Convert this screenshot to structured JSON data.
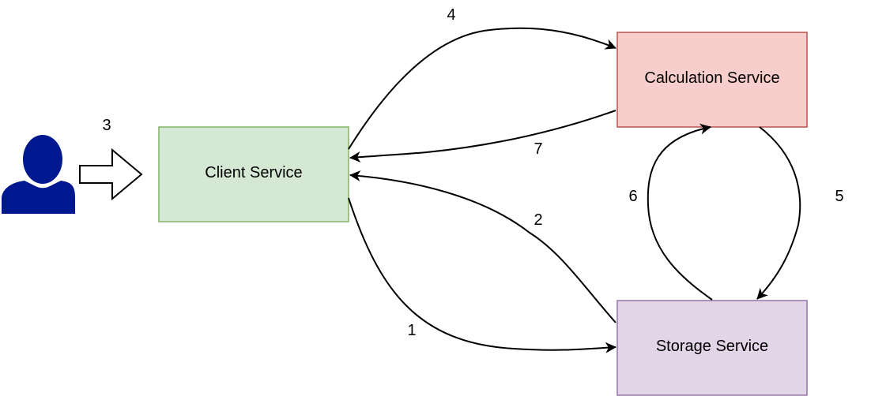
{
  "nodes": {
    "client": {
      "label": "Client Service",
      "fill": "#d5e8d4",
      "stroke": "#82b366"
    },
    "calculation": {
      "label": "Calculation Service",
      "fill": "#f8cecc",
      "stroke": "#b85450"
    },
    "storage": {
      "label": "Storage Service",
      "fill": "#e1d5e7",
      "stroke": "#9673a6"
    }
  },
  "user": {
    "icon": "user-icon",
    "color": "#00188f"
  },
  "edges": [
    {
      "id": "e1",
      "from": "client",
      "to": "storage",
      "label": "1"
    },
    {
      "id": "e2",
      "from": "storage",
      "to": "client",
      "label": "2"
    },
    {
      "id": "e3",
      "from": "user",
      "to": "client",
      "label": "3"
    },
    {
      "id": "e4",
      "from": "client",
      "to": "calculation",
      "label": "4"
    },
    {
      "id": "e5",
      "from": "calculation",
      "to": "storage",
      "label": "5"
    },
    {
      "id": "e6",
      "from": "storage",
      "to": "calculation",
      "label": "6"
    },
    {
      "id": "e7",
      "from": "calculation",
      "to": "client",
      "label": "7"
    }
  ]
}
